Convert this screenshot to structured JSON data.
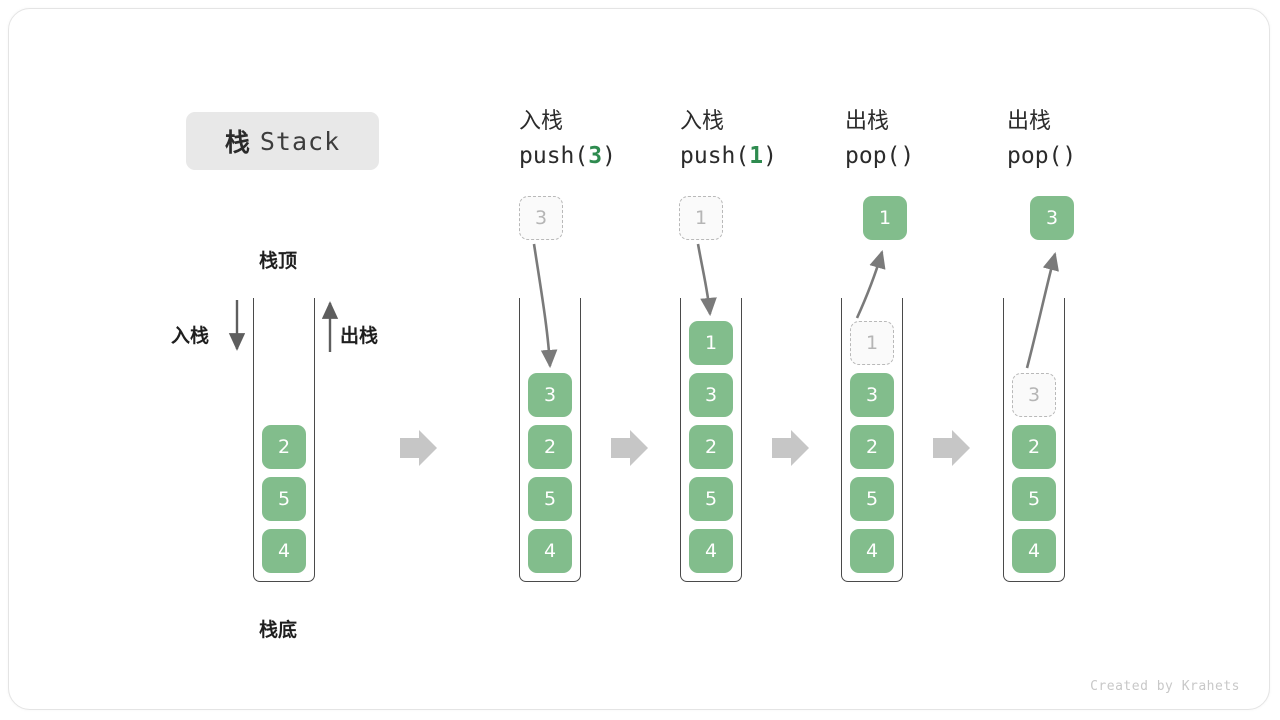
{
  "figure": {
    "title_cn": "栈",
    "title_en": "Stack",
    "footer": "Created by Krahets",
    "colors": {
      "cell_fill": "#82bd8c",
      "cell_text": "#ffffff",
      "ghost_border": "#b9b9b9",
      "ghost_text": "#b5b5b5",
      "accent_arg": "#2e8b4f",
      "arrow_grey": "#7a7a7a",
      "block_arrow": "#c6c6c6",
      "badge_bg": "#e8e8e8",
      "container_stroke": "#4a4a4a"
    }
  },
  "labels": {
    "top": "栈顶",
    "bottom": "栈底",
    "push": "入栈",
    "pop": "出栈"
  },
  "stages": [
    {
      "id": "initial",
      "op_cn": "",
      "fn_prefix": "",
      "fn_arg": "",
      "fn_suffix": "",
      "cells": [
        "2",
        "5",
        "4"
      ],
      "ghost": null,
      "float_cell": null
    },
    {
      "id": "push-3",
      "op_cn": "入栈",
      "fn_prefix": "push(",
      "fn_arg": "3",
      "fn_suffix": ")",
      "cells": [
        "3",
        "2",
        "5",
        "4"
      ],
      "ghost": null,
      "float_cell": {
        "value": "3",
        "style": "ghost"
      }
    },
    {
      "id": "push-1",
      "op_cn": "入栈",
      "fn_prefix": "push(",
      "fn_arg": "1",
      "fn_suffix": ")",
      "cells": [
        "1",
        "3",
        "2",
        "5",
        "4"
      ],
      "ghost": null,
      "float_cell": {
        "value": "1",
        "style": "ghost"
      }
    },
    {
      "id": "pop-1",
      "op_cn": "出栈",
      "fn_prefix": "pop(",
      "fn_arg": "",
      "fn_suffix": ")",
      "cells": [
        "3",
        "2",
        "5",
        "4"
      ],
      "ghost": {
        "value": "1",
        "slot": 0
      },
      "float_cell": {
        "value": "1",
        "style": "solid"
      }
    },
    {
      "id": "pop-3",
      "op_cn": "出栈",
      "fn_prefix": "pop(",
      "fn_arg": "",
      "fn_suffix": ")",
      "cells": [
        "2",
        "5",
        "4"
      ],
      "ghost": {
        "value": "3",
        "slot": 1
      },
      "float_cell": {
        "value": "3",
        "style": "solid"
      }
    }
  ],
  "flow_arrows": 4
}
